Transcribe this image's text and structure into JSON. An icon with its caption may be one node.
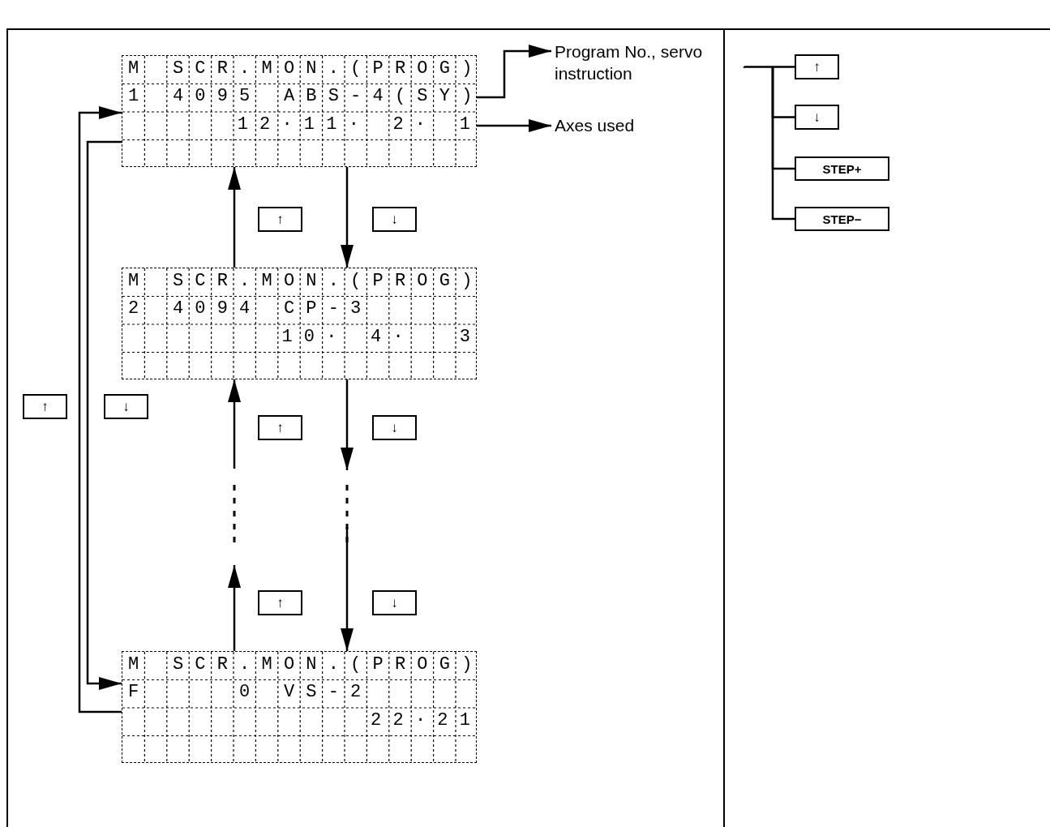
{
  "diagram": {
    "nodes": [
      {
        "text": [
          "M SCR.MON.(PROG)",
          "1 4095 ABS-4(SY)",
          "12·11· 2· 1"
        ]
      },
      {
        "text": [
          "Program No., servo instruction"
        ]
      },
      {
        "text": [
          "Axes used"
        ]
      },
      {
        "text": [
          "↑"
        ]
      },
      {
        "text": [
          "↓"
        ]
      },
      {
        "text": [
          "M SCR.MON.(PROG)",
          "2 4094 CP-3",
          "10· 4·  3"
        ]
      },
      {
        "text": [
          "↑"
        ]
      },
      {
        "text": [
          "↓"
        ]
      },
      {
        "text": [
          "↑"
        ]
      },
      {
        "text": [
          "↓"
        ]
      },
      {
        "text": [
          "↑"
        ]
      },
      {
        "text": [
          "↓"
        ]
      },
      {
        "text": [
          "M SCR.MON.(PROG)",
          "F    0 VS-2",
          "22·21"
        ]
      },
      {
        "text": [
          "↑"
        ]
      },
      {
        "text": [
          "↓"
        ]
      },
      {
        "text": [
          "STEP+"
        ]
      },
      {
        "text": [
          "STEP−"
        ]
      }
    ],
    "edges": [
      {
        "from": 0,
        "to": 1,
        "arrow": "to"
      },
      {
        "from": 0,
        "to": 2,
        "arrow": "to"
      },
      {
        "from": 5,
        "to": 0,
        "arrow": "to"
      },
      {
        "from": 0,
        "to": 5,
        "arrow": "to"
      },
      {
        "from": 12,
        "to": 0,
        "arrow": "to"
      },
      {
        "from": 0,
        "to": 12,
        "arrow": "to"
      },
      {
        "from": null,
        "to": 5,
        "arrow": "to"
      },
      {
        "from": 12,
        "to": null,
        "arrow": "to"
      },
      {
        "from": 5,
        "to": null,
        "arrow": "to"
      },
      {
        "from": null,
        "to": 12,
        "arrow": "to"
      },
      {
        "from": null,
        "to": 13,
        "arrow": "none"
      },
      {
        "from": null,
        "to": 14,
        "arrow": "none"
      },
      {
        "from": null,
        "to": 15,
        "arrow": "none"
      },
      {
        "from": null,
        "to": 16,
        "arrow": "none"
      }
    ]
  }
}
